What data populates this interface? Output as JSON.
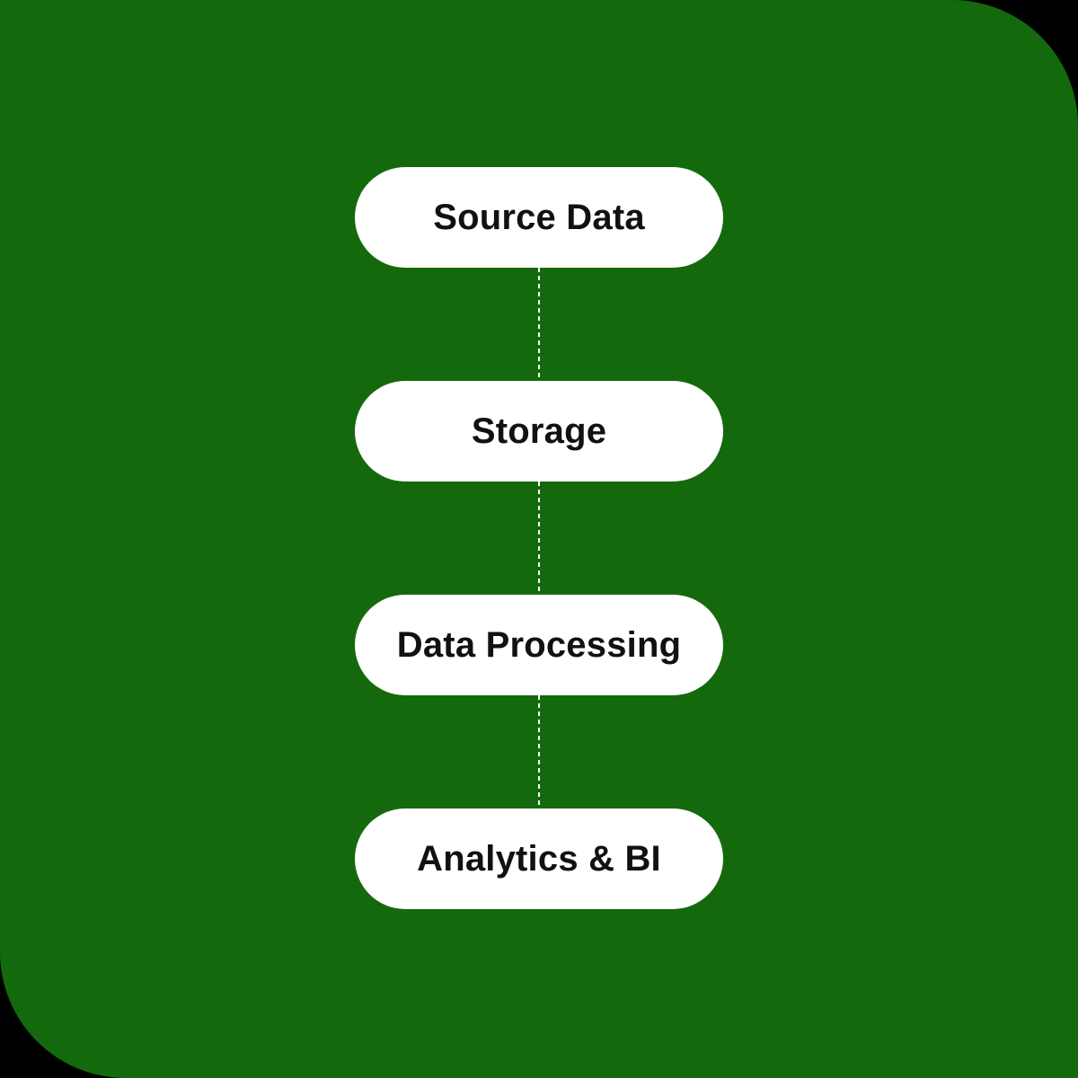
{
  "diagram": {
    "type": "flowchart",
    "direction": "vertical",
    "nodes": [
      {
        "id": "source-data",
        "label": "Source Data"
      },
      {
        "id": "storage",
        "label": "Storage"
      },
      {
        "id": "data-processing",
        "label": "Data Processing"
      },
      {
        "id": "analytics-bi",
        "label": "Analytics & BI"
      }
    ],
    "connectors": [
      {
        "from": "source-data",
        "to": "storage",
        "style": "dashed"
      },
      {
        "from": "storage",
        "to": "data-processing",
        "style": "dashed"
      },
      {
        "from": "data-processing",
        "to": "analytics-bi",
        "style": "dashed"
      }
    ]
  },
  "colors": {
    "page_background": "#000000",
    "canvas_green": "#15690D",
    "node_fill": "#ffffff",
    "node_text": "#111111",
    "connector": "#ffffff"
  }
}
